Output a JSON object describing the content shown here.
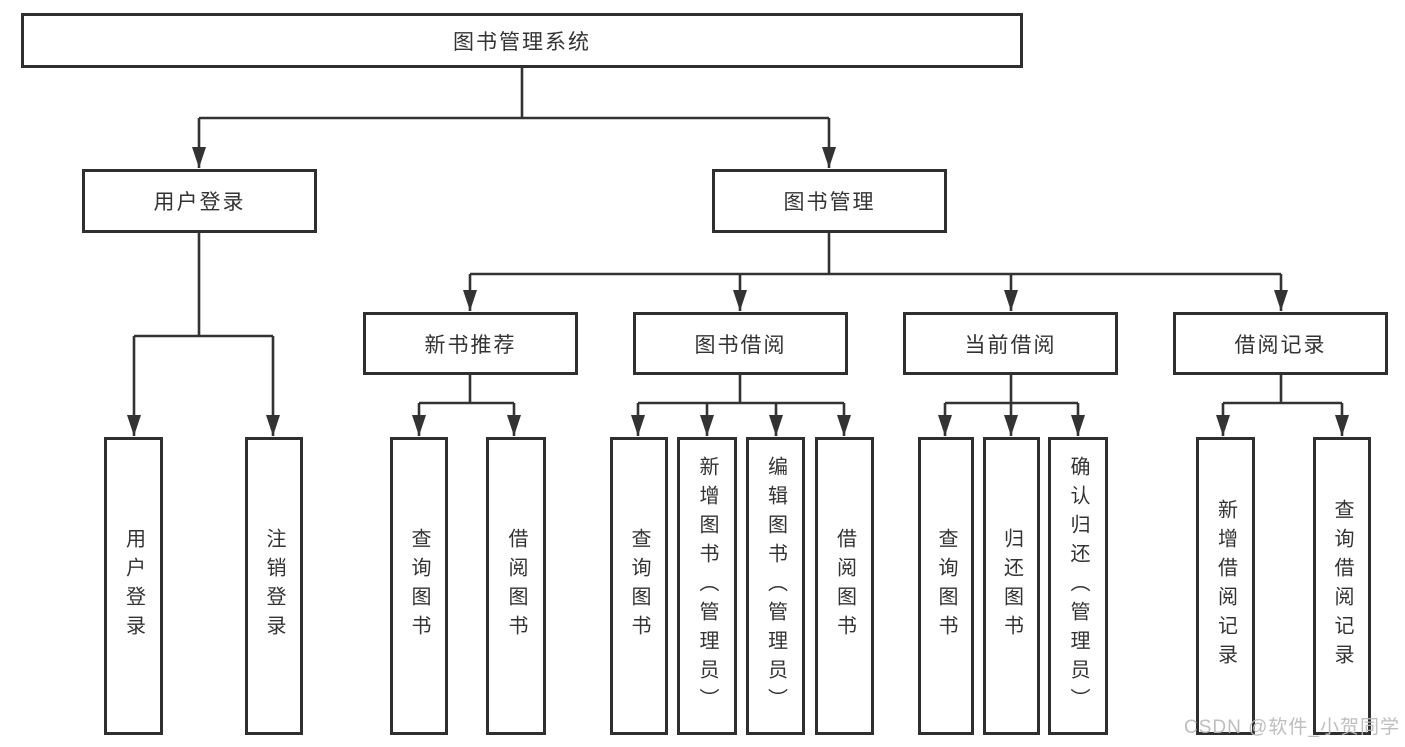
{
  "diagram": {
    "root": {
      "label": "图书管理系统"
    },
    "modules": [
      {
        "label": "用户登录",
        "children": [
          {
            "label": "用户登录"
          },
          {
            "label": "注销登录"
          }
        ]
      },
      {
        "label": "图书管理",
        "children": [
          {
            "label": "新书推荐",
            "children": [
              {
                "label": "查询图书"
              },
              {
                "label": "借阅图书"
              }
            ]
          },
          {
            "label": "图书借阅",
            "children": [
              {
                "label": "查询图书"
              },
              {
                "label": "新增图书（管理员）"
              },
              {
                "label": "编辑图书（管理员）"
              },
              {
                "label": "借阅图书"
              }
            ]
          },
          {
            "label": "当前借阅",
            "children": [
              {
                "label": "查询图书"
              },
              {
                "label": "归还图书"
              },
              {
                "label": "确认归还（管理员）"
              }
            ]
          },
          {
            "label": "借阅记录",
            "children": [
              {
                "label": "新增借阅记录"
              },
              {
                "label": "查询借阅记录"
              }
            ]
          }
        ]
      }
    ]
  },
  "colors": {
    "line": "#333333",
    "box_border": "#2f2f2f",
    "text": "#333333",
    "watermark": "#bbbbbb"
  },
  "watermark": {
    "text": "CSDN @软件_小贺同学"
  }
}
